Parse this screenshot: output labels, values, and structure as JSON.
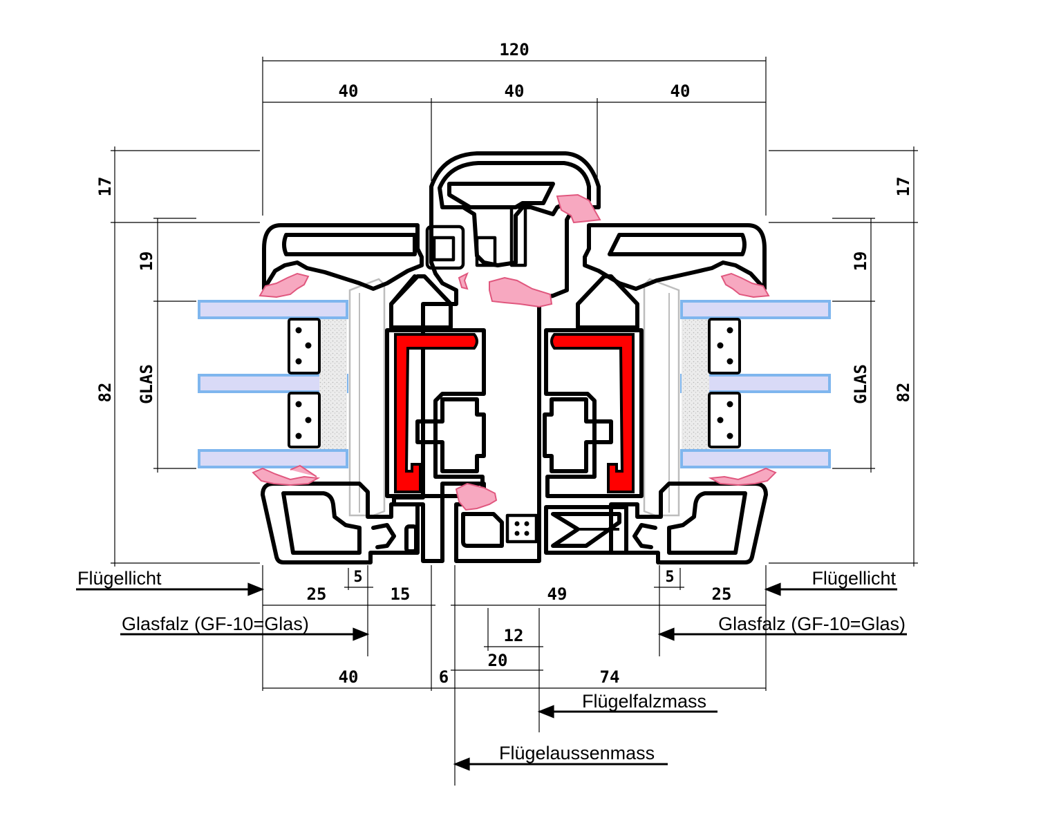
{
  "dimensions": {
    "total_width": "120",
    "top_segment_left": "40",
    "top_segment_mid": "40",
    "top_segment_right": "40",
    "height_left_top": "17",
    "height_right_top": "17",
    "height_left_19": "19",
    "height_right_19": "19",
    "height_left_82": "82",
    "height_right_82": "82",
    "bottom_small_left": "5",
    "bottom_small_right": "5",
    "bottom_left_25": "25",
    "bottom_left_15": "15",
    "bottom_mid_49": "49",
    "bottom_right_25": "25",
    "mid_12": "12",
    "mid_20": "20",
    "bottom_left_40": "40",
    "bottom_6": "6",
    "bottom_74": "74"
  },
  "labels": {
    "glass_left": "GLAS",
    "glass_right": "GLAS",
    "fluegellicht_left": "Flügellicht",
    "fluegellicht_right": "Flügellicht",
    "glasfalz_left": "Glasfalz (GF-10=Glas)",
    "glasfalz_right": "Glasfalz (GF-10=Glas)",
    "fluegelfalzmass": "Flügelfalzmass",
    "fluegelaussenmass": "Flügelaussenmass"
  },
  "colors": {
    "glass_fill": "#d9daf7",
    "glass_edge": "#7fb6ee",
    "seal_fill": "#f7a8c0",
    "seal_edge": "#e0577e",
    "reinforcement": "#ff0000",
    "profile_line": "#000000"
  }
}
